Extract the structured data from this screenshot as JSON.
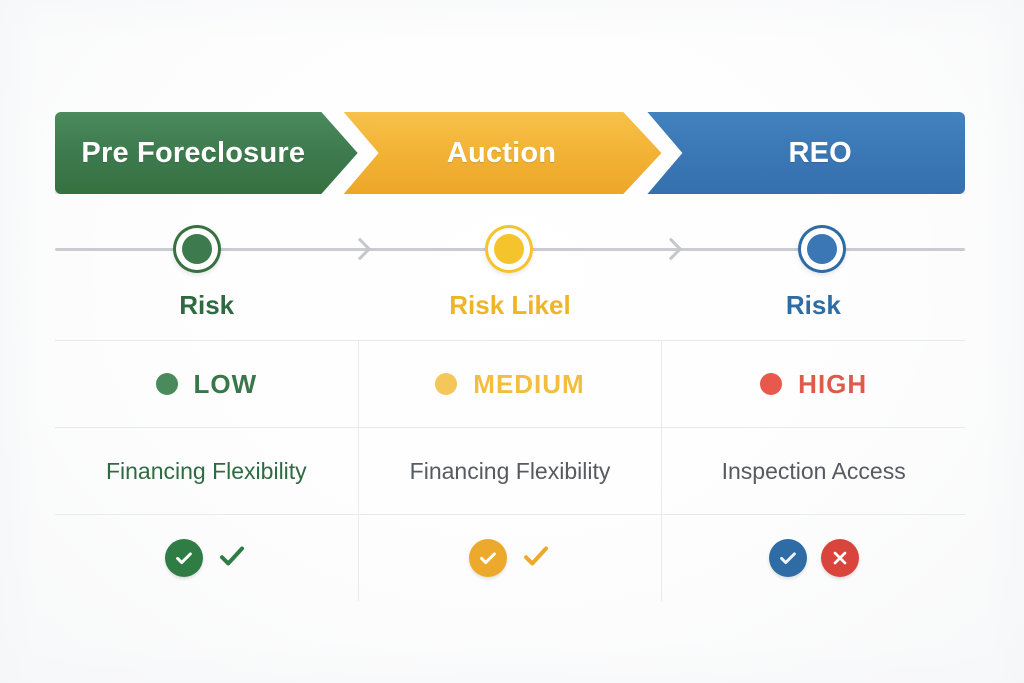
{
  "stages": [
    {
      "key": "pre-foreclosure",
      "banner_label": "Pre Foreclosure",
      "banner_color": "#3d7a4e",
      "node_color": "#3d7a4e",
      "caption": "Risk",
      "caption_color": "#2f6b41",
      "risk_level": "LOW",
      "risk_dot_color": "#4a8a5c",
      "risk_text_color": "#39774a",
      "feature": "Financing Flexibility",
      "feature_color": "#2f6b41",
      "marks": [
        "check-circle-green",
        "check-green"
      ]
    },
    {
      "key": "auction",
      "banner_label": "Auction",
      "banner_color": "#f2b234",
      "node_color": "#f5c32c",
      "caption": "Risk Likel",
      "caption_color": "#f0b429",
      "risk_level": "MEDIUM",
      "risk_dot_color": "#f5c659",
      "risk_text_color": "#f3bd3f",
      "feature": "Financing Flexibility",
      "feature_color": "#555b61",
      "marks": [
        "check-circle-amber",
        "check-amber"
      ]
    },
    {
      "key": "reo",
      "banner_label": "REO",
      "banner_color": "#3a77b4",
      "node_color": "#3a77b4",
      "caption": "Risk",
      "caption_color": "#2e6da4",
      "risk_level": "HIGH",
      "risk_dot_color": "#e8584c",
      "risk_text_color": "#e05a4c",
      "feature": "Inspection Access",
      "feature_color": "#555b61",
      "marks": [
        "check-circle-blue",
        "x-circle-red"
      ]
    }
  ],
  "timeline": {
    "connector_color": "#c9ccd1",
    "arrow_icon": "arrow-right-icon"
  },
  "theme": {
    "background": "#ffffff",
    "divider": "#e8eaec",
    "green": "#3d7a4e",
    "amber": "#f2b234",
    "blue": "#3a77b4",
    "red": "#d9453c"
  }
}
